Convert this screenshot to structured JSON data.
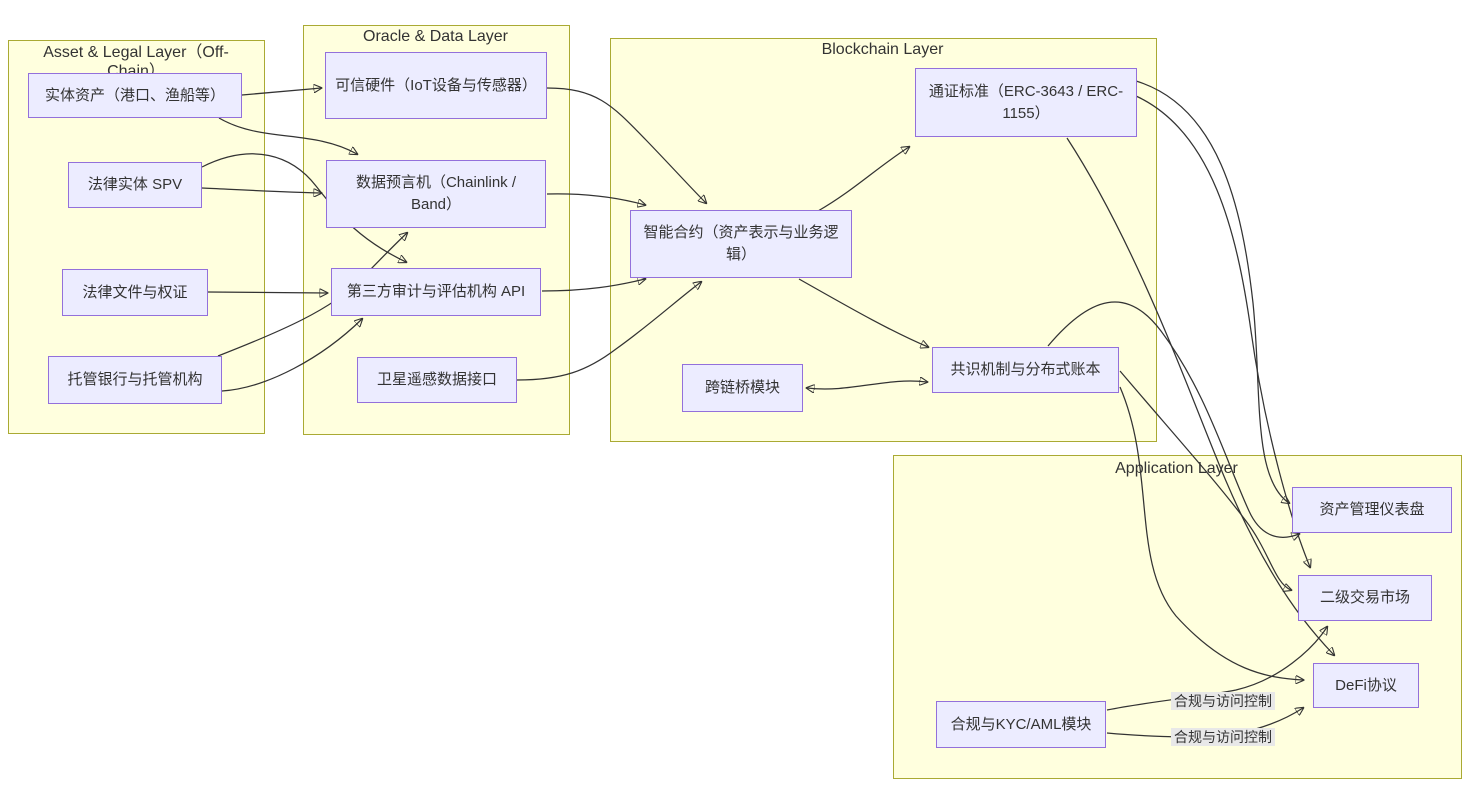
{
  "diagram": {
    "type": "flowchart",
    "layers": {
      "asset_legal": {
        "title": "Asset & Legal Layer（Off-Chain）"
      },
      "oracle_data": {
        "title": "Oracle & Data Layer"
      },
      "blockchain": {
        "title": "Blockchain Layer"
      },
      "application": {
        "title": "Application Layer"
      }
    },
    "nodes": {
      "physical_asset": {
        "label": "实体资产（港口、渔船等）",
        "layer": "asset_legal"
      },
      "legal_spv": {
        "label": "法律实体 SPV",
        "layer": "asset_legal"
      },
      "legal_docs": {
        "label": "法律文件与权证",
        "layer": "asset_legal"
      },
      "custodian": {
        "label": "托管银行与托管机构",
        "layer": "asset_legal"
      },
      "trusted_hardware": {
        "label": "可信硬件（IoT设备与传感器）",
        "layer": "oracle_data"
      },
      "data_oracle": {
        "label": "数据预言机（Chainlink / Band）",
        "layer": "oracle_data"
      },
      "audit_api": {
        "label": "第三方审计与评估机构 API",
        "layer": "oracle_data"
      },
      "satellite_data": {
        "label": "卫星遥感数据接口",
        "layer": "oracle_data"
      },
      "smart_contract": {
        "label": "智能合约（资产表示与业务逻辑）",
        "layer": "blockchain"
      },
      "token_standard": {
        "label": "通证标准（ERC-3643 / ERC-1155）",
        "layer": "blockchain"
      },
      "consensus_ledger": {
        "label": "共识机制与分布式账本",
        "layer": "blockchain"
      },
      "cross_chain_bridge": {
        "label": "跨链桥模块",
        "layer": "blockchain"
      },
      "asset_dashboard": {
        "label": "资产管理仪表盘",
        "layer": "application"
      },
      "secondary_market": {
        "label": "二级交易市场",
        "layer": "application"
      },
      "defi_protocol": {
        "label": "DeFi协议",
        "layer": "application"
      },
      "kyc_aml": {
        "label": "合规与KYC/AML模块",
        "layer": "application"
      }
    },
    "edges": [
      {
        "from": "physical_asset",
        "to": "trusted_hardware"
      },
      {
        "from": "physical_asset",
        "to": "data_oracle"
      },
      {
        "from": "legal_spv",
        "to": "data_oracle"
      },
      {
        "from": "legal_spv",
        "to": "audit_api"
      },
      {
        "from": "legal_docs",
        "to": "audit_api"
      },
      {
        "from": "custodian",
        "to": "data_oracle"
      },
      {
        "from": "custodian",
        "to": "audit_api"
      },
      {
        "from": "trusted_hardware",
        "to": "smart_contract"
      },
      {
        "from": "data_oracle",
        "to": "smart_contract"
      },
      {
        "from": "audit_api",
        "to": "smart_contract"
      },
      {
        "from": "satellite_data",
        "to": "smart_contract"
      },
      {
        "from": "smart_contract",
        "to": "token_standard"
      },
      {
        "from": "smart_contract",
        "to": "consensus_ledger"
      },
      {
        "from": "consensus_ledger",
        "to": "cross_chain_bridge",
        "bidirectional": true
      },
      {
        "from": "token_standard",
        "to": "asset_dashboard"
      },
      {
        "from": "token_standard",
        "to": "secondary_market"
      },
      {
        "from": "token_standard",
        "to": "defi_protocol"
      },
      {
        "from": "consensus_ledger",
        "to": "asset_dashboard"
      },
      {
        "from": "consensus_ledger",
        "to": "secondary_market"
      },
      {
        "from": "consensus_ledger",
        "to": "defi_protocol"
      },
      {
        "from": "kyc_aml",
        "to": "secondary_market",
        "label": "合规与访问控制"
      },
      {
        "from": "kyc_aml",
        "to": "defi_protocol",
        "label": "合规与访问控制"
      }
    ],
    "colors": {
      "node_fill": "#ECECFF",
      "node_border": "#9370DB",
      "layer_fill": "#FFFFDE",
      "layer_border": "#AAAA33",
      "edge": "#333333",
      "edge_label_bg": "#E8E8E8",
      "text": "#333333"
    }
  }
}
